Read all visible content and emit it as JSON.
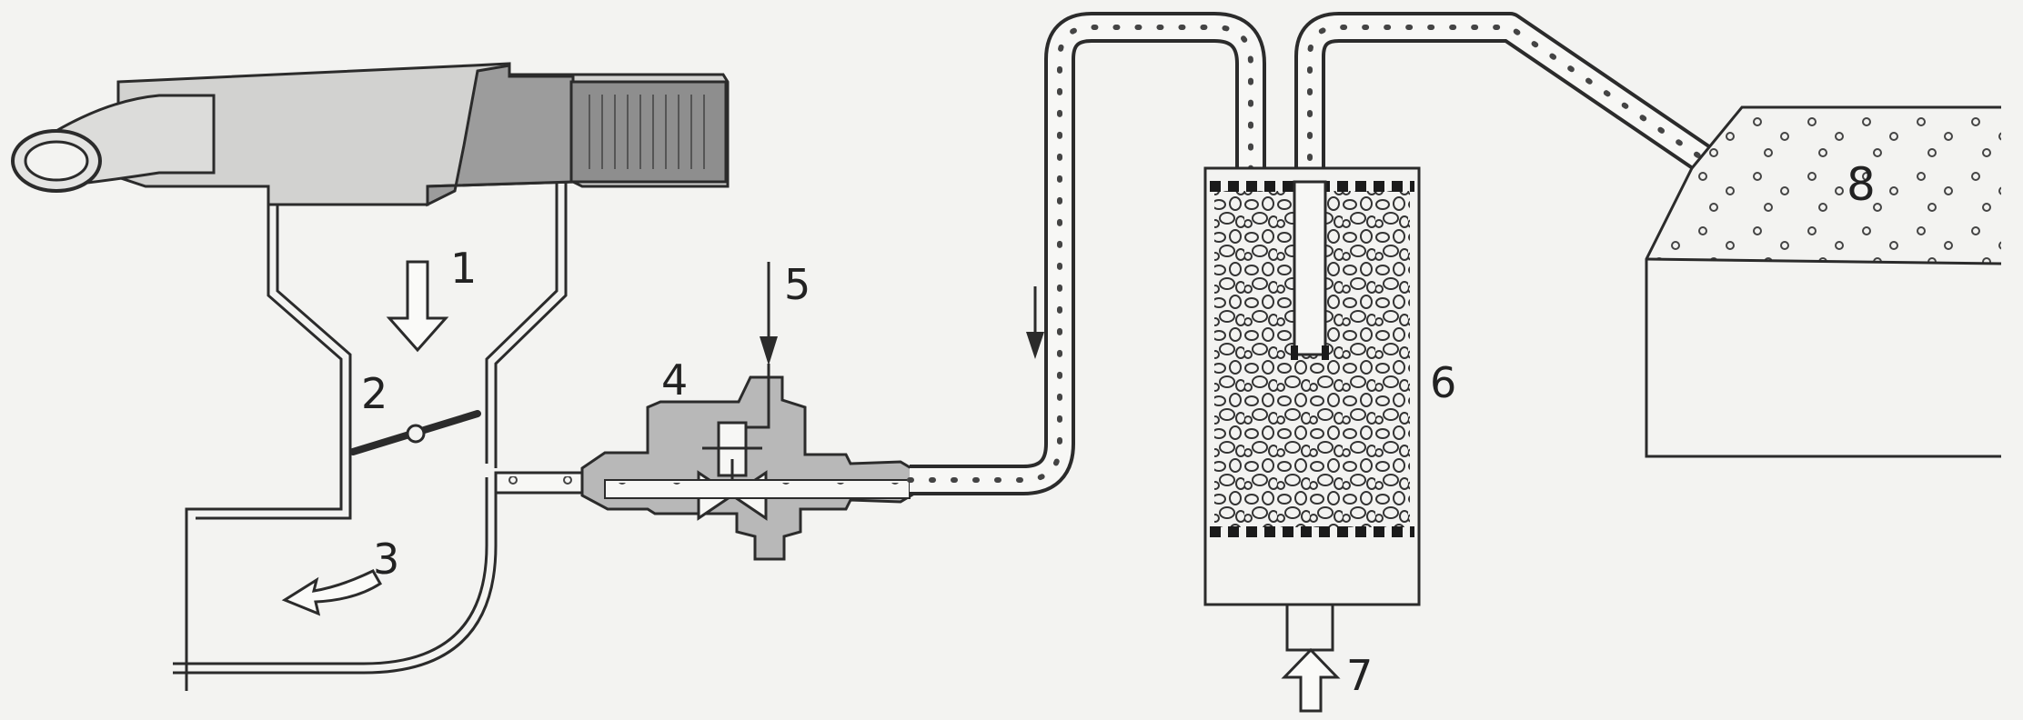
{
  "labels": {
    "l1": "1",
    "l2": "2",
    "l3": "3",
    "l4": "4",
    "l5": "5",
    "l6": "6",
    "l7": "7",
    "l8": "8"
  },
  "colors": {
    "background": "#f3f3f1",
    "line": "#2b2b2b",
    "component_fill": "#bdbdbd",
    "component_dark": "#8f8f8f",
    "tube_fill": "#f7f7f5"
  }
}
